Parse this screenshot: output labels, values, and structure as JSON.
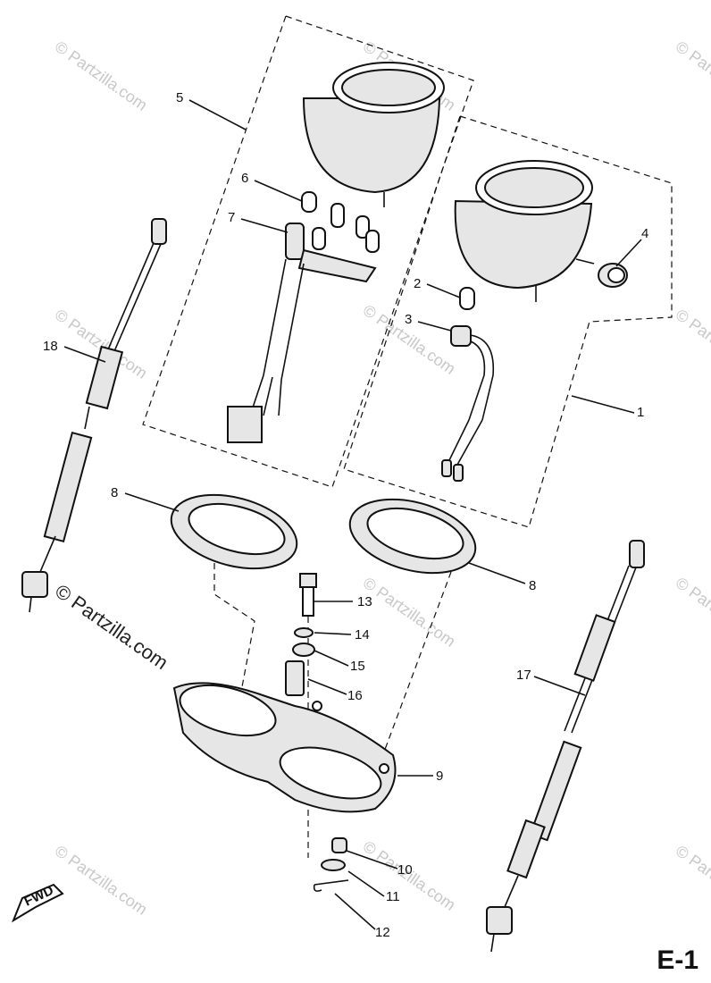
{
  "diagram": {
    "page_code": "E-1",
    "fwd_label": "FWD",
    "watermark": "© Partzilla.com",
    "callouts": {
      "c1": "1",
      "c2": "2",
      "c3": "3",
      "c4": "4",
      "c5": "5",
      "c6": "6",
      "c7": "7",
      "c8a": "8",
      "c8b": "8",
      "c9": "9",
      "c10": "10",
      "c11": "11",
      "c12": "12",
      "c13": "13",
      "c14": "14",
      "c15": "15",
      "c16": "16",
      "c17": "17",
      "c18": "18"
    }
  }
}
